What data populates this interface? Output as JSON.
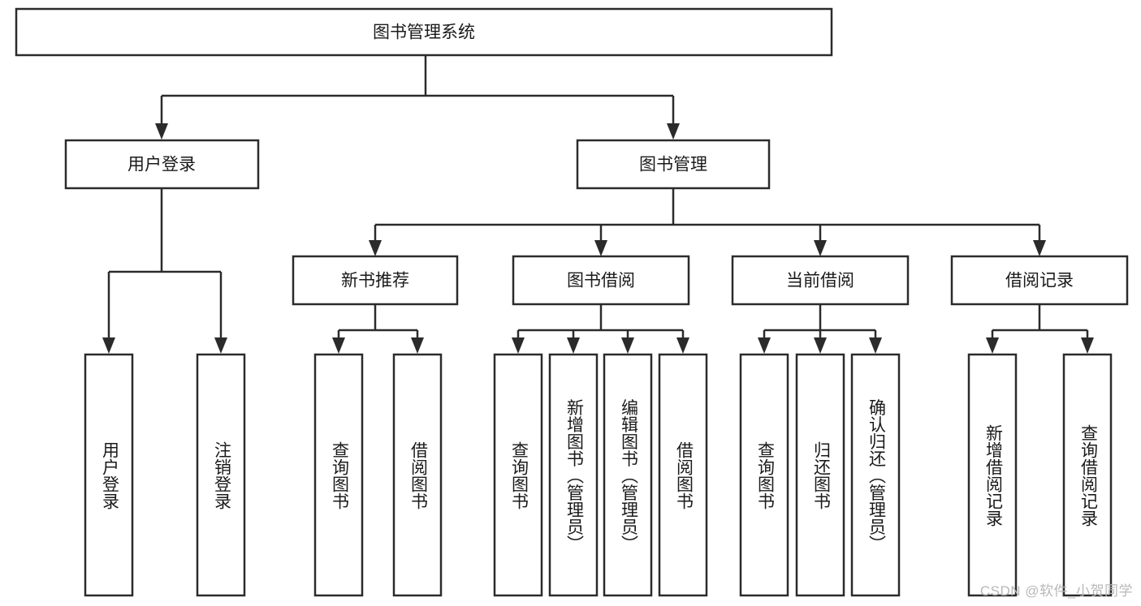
{
  "diagram": {
    "title": "图书管理系统",
    "type": "tree-hierarchy-diagram",
    "colors": {
      "stroke": "#2b2b2b",
      "fill": "#ffffff",
      "text": "#1a1a1a",
      "watermark": "#b8b8b8"
    },
    "root": {
      "id": "root",
      "label": "图书管理系统"
    },
    "level2": [
      {
        "id": "user-login",
        "label": "用户登录"
      },
      {
        "id": "book-management",
        "label": "图书管理"
      }
    ],
    "level3": [
      {
        "id": "new-book-recommend",
        "label": "新书推荐",
        "parent": "book-management"
      },
      {
        "id": "book-borrow",
        "label": "图书借阅",
        "parent": "book-management"
      },
      {
        "id": "current-borrow",
        "label": "当前借阅",
        "parent": "book-management"
      },
      {
        "id": "borrow-record",
        "label": "借阅记录",
        "parent": "book-management"
      }
    ],
    "leaves": [
      {
        "id": "leaf-user-login",
        "label": "用户登录",
        "parent": "user-login"
      },
      {
        "id": "leaf-user-logout",
        "label": "注销登录",
        "parent": "user-login"
      },
      {
        "id": "leaf-query-book-1",
        "label": "查询图书",
        "parent": "new-book-recommend"
      },
      {
        "id": "leaf-borrow-book-1",
        "label": "借阅图书",
        "parent": "new-book-recommend"
      },
      {
        "id": "leaf-query-book-2",
        "label": "查询图书",
        "parent": "book-borrow"
      },
      {
        "id": "leaf-add-book",
        "label": "新增图书（管理员）",
        "parent": "book-borrow"
      },
      {
        "id": "leaf-edit-book",
        "label": "编辑图书（管理员）",
        "parent": "book-borrow"
      },
      {
        "id": "leaf-borrow-book-2",
        "label": "借阅图书",
        "parent": "book-borrow"
      },
      {
        "id": "leaf-query-book-3",
        "label": "查询图书",
        "parent": "current-borrow"
      },
      {
        "id": "leaf-return-book",
        "label": "归还图书",
        "parent": "current-borrow"
      },
      {
        "id": "leaf-confirm-return",
        "label": "确认归还（管理员）",
        "parent": "current-borrow"
      },
      {
        "id": "leaf-add-record",
        "label": "新增借阅记录",
        "parent": "borrow-record"
      },
      {
        "id": "leaf-query-record",
        "label": "查询借阅记录",
        "parent": "borrow-record"
      }
    ],
    "watermark": "CSDN @软件_小贺同学"
  }
}
